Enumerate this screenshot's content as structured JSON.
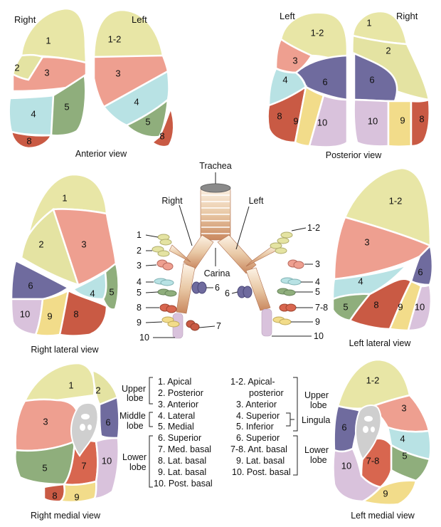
{
  "colors": {
    "s1": "#e8e6a6",
    "s2": "#e4e3a2",
    "s3": "#ee9f90",
    "s4": "#b8e2e4",
    "s5": "#8fae7c",
    "s6": "#6f6b9e",
    "s7": "#d8664f",
    "s8": "#c95a44",
    "s9": "#f2dc8a",
    "s10": "#d9c2dc"
  },
  "views": {
    "anterior": {
      "caption": "Anterior view",
      "side_right": "Right",
      "side_left": "Left",
      "right_lung": [
        "1",
        "2",
        "3",
        "4",
        "5",
        "8"
      ],
      "left_lung": [
        "1-2",
        "3",
        "4",
        "5",
        "8"
      ]
    },
    "posterior": {
      "caption": "Posterior view",
      "side_left": "Left",
      "side_right": "Right",
      "left_lung": [
        "1-2",
        "3",
        "4",
        "6",
        "8",
        "9",
        "10"
      ],
      "right_lung": [
        "1",
        "2",
        "6",
        "10",
        "9",
        "8"
      ]
    },
    "right_lateral": {
      "caption": "Right lateral view",
      "segments": [
        "1",
        "2",
        "3",
        "6",
        "4",
        "5",
        "10",
        "9",
        "8"
      ]
    },
    "left_lateral": {
      "caption": "Left lateral view",
      "segments": [
        "1-2",
        "3",
        "6",
        "4",
        "5",
        "8",
        "9",
        "10"
      ]
    },
    "right_medial": {
      "caption": "Right medial view",
      "segments": [
        "1",
        "2",
        "3",
        "6",
        "5",
        "7",
        "10",
        "8",
        "9"
      ]
    },
    "left_medial": {
      "caption": "Left medial view",
      "segments": [
        "1-2",
        "3",
        "6",
        "4",
        "5",
        "7-8",
        "10",
        "9"
      ]
    }
  },
  "bronchi": {
    "trachea": "Trachea",
    "carina": "Carina",
    "right": "Right",
    "left": "Left",
    "right_labels": [
      "1",
      "2",
      "3",
      "4",
      "5",
      "8",
      "9",
      "10",
      "6",
      "7"
    ],
    "left_labels": [
      "1-2",
      "3",
      "4",
      "5",
      "7-8",
      "9",
      "10",
      "6"
    ]
  },
  "legend": {
    "right": {
      "groups": [
        {
          "name_l1": "Upper",
          "name_l2": "lobe",
          "items": [
            "1. Apical",
            "2. Posterior",
            "3. Anterior"
          ]
        },
        {
          "name_l1": "Middle",
          "name_l2": "lobe",
          "items": [
            "4. Lateral",
            "5. Medial"
          ]
        },
        {
          "name_l1": "Lower",
          "name_l2": "lobe",
          "items": [
            "6. Superior",
            "7. Med. basal",
            "8. Lat. basal",
            "9. Lat. basal",
            "10. Post. basal"
          ]
        }
      ]
    },
    "left": {
      "items": [
        "1-2. Apical-",
        "posterior",
        "3. Anterior",
        "4. Superior",
        "5. Inferior",
        "6. Superior",
        "7-8. Ant. basal",
        "9. Lat. basal",
        "10. Post. basal"
      ],
      "upper_l1": "Upper",
      "upper_l2": "lobe",
      "lingula": "Lingula",
      "lower_l1": "Lower",
      "lower_l2": "lobe"
    }
  }
}
